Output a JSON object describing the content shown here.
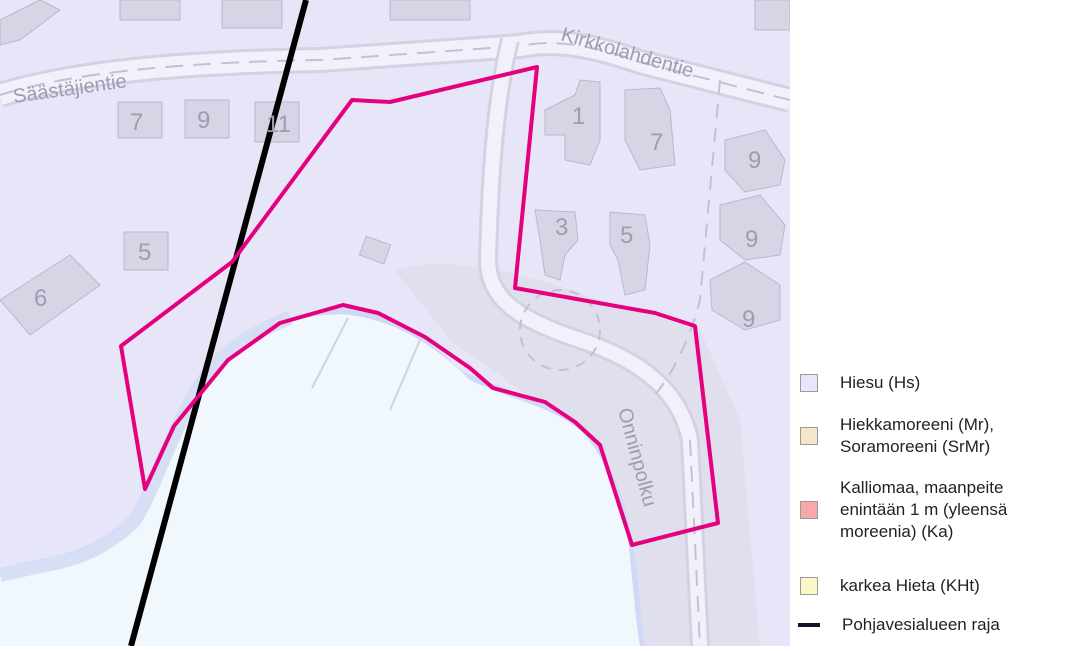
{
  "map": {
    "colors": {
      "land": "#e7e6f8",
      "lake": "#f0f8fd",
      "lake_shore": "#cfd8f5",
      "building": "#d6d5e6",
      "building_edge": "#b9b8cc",
      "road": "#d3d2e2",
      "road_dash": "#c2c1d4",
      "label": "#9e9db0",
      "boundary": "#e5007e",
      "aquifer_line": "#000000"
    },
    "streets": {
      "saastajientie": "Säästäjientie",
      "kirkkolahdentie": "Kirkkolahdentie",
      "onninpolku": "Onninpolku"
    },
    "house_numbers": {
      "h7a": "7",
      "h9a": "9",
      "h11": "11",
      "h1": "1",
      "h7b": "7",
      "h9b": "9",
      "h3": "3",
      "h5a": "5",
      "h9c": "9",
      "h9d": "9",
      "h5b": "5",
      "h6": "6"
    }
  },
  "legend": {
    "items": [
      {
        "label_lines": [
          "Hiesu (Hs)"
        ],
        "color": "#e8e6fa"
      },
      {
        "label_lines": [
          "Hiekkamoreeni (Mr),",
          "Soramoreeni (SrMr)"
        ],
        "color": "#f6e6c8"
      },
      {
        "label_lines": [
          "Kalliomaa, maanpeite",
          "enintään 1 m (yleensä",
          "moreenia) (Ka)"
        ],
        "color": "#f7a8aa"
      },
      {
        "label_lines": [
          "karkea Hieta (KHt)"
        ],
        "color": "#fbf7c8"
      }
    ],
    "boundary_label": "Pohjavesialueen raja",
    "boundary_color": "#141428"
  }
}
